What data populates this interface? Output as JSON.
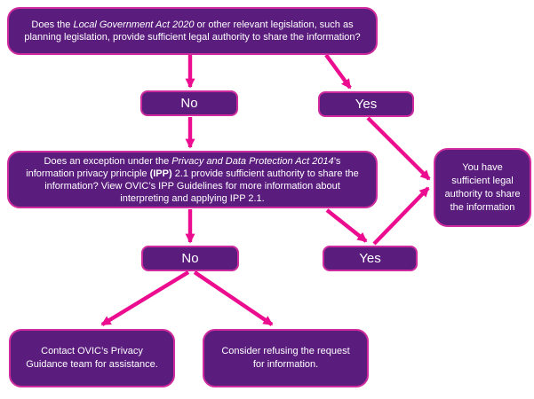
{
  "title": "Information sharing legal authority flowchart",
  "colors": {
    "box_fill": "#5a1c7d",
    "box_border": "#cf2b9e",
    "arrow": "#ec0c90",
    "text": "#ffffff",
    "background": "#ffffff"
  },
  "nodes": {
    "q1": {
      "segments": [
        {
          "text": "Does the "
        },
        {
          "text": "Local Government Act 2020",
          "style": "italic"
        },
        {
          "text": " or other relevant legislation, such as planning legislation, provide sufficient legal authority to share the information?"
        }
      ]
    },
    "no1": {
      "label": "No"
    },
    "yes1": {
      "label": "Yes"
    },
    "q2": {
      "segments": [
        {
          "text": "Does an exception under the "
        },
        {
          "text": "Privacy and Data Protection Act 2014",
          "style": "italic"
        },
        {
          "text": "’s information privacy principle "
        },
        {
          "text": "(IPP)",
          "style": "bold"
        },
        {
          "text": " 2.1 provide sufficient authority to share the information? View OVIC’s IPP Guidelines for more information about interpreting and applying IPP 2.1."
        }
      ]
    },
    "no2": {
      "label": "No"
    },
    "yes2": {
      "label": "Yes"
    },
    "outcome_share": {
      "text": "You have sufficient legal authority to share the information"
    },
    "outcome_contact": {
      "text": "Contact OVIC’s Privacy Guidance team for assistance."
    },
    "outcome_refuse": {
      "text": "Consider refusing the request for information."
    }
  },
  "edges": [
    {
      "from": "q1",
      "to": "no1"
    },
    {
      "from": "q1",
      "to": "yes1"
    },
    {
      "from": "no1",
      "to": "q2"
    },
    {
      "from": "yes1",
      "to": "outcome_share"
    },
    {
      "from": "q2",
      "to": "no2"
    },
    {
      "from": "q2",
      "to": "yes2"
    },
    {
      "from": "yes2",
      "to": "outcome_share"
    },
    {
      "from": "no2",
      "to": "outcome_contact"
    },
    {
      "from": "no2",
      "to": "outcome_refuse"
    }
  ]
}
